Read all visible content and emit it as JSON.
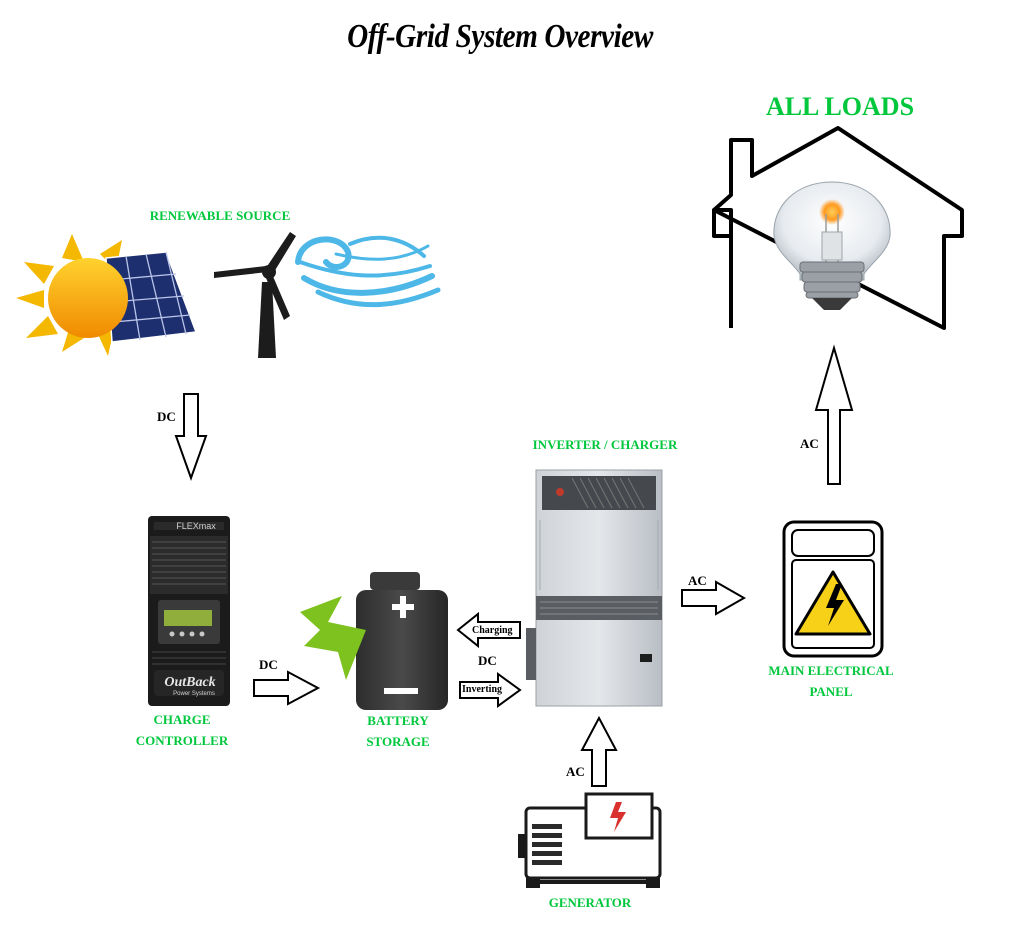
{
  "title": "Off-Grid System Overview",
  "nodes": {
    "renewable": "RENEWABLE SOURCE",
    "charge_controller": [
      "CHARGE",
      "CONTROLLER"
    ],
    "battery": [
      "BATTERY",
      "STORAGE"
    ],
    "inverter": "INVERTER / CHARGER",
    "panel": [
      "MAIN ELECTRICAL",
      "PANEL"
    ],
    "loads": "ALL LOADS",
    "generator": "GENERATOR"
  },
  "device_text": {
    "controller_brand": "FLEXmax",
    "controller_maker": "OutBack",
    "controller_maker_sub": "Power Systems"
  },
  "flows": {
    "renewable_to_controller": "DC",
    "controller_to_battery": "DC",
    "battery_inverter": "DC",
    "charging": "Charging",
    "inverting": "Inverting",
    "inverter_to_panel": "AC",
    "panel_to_loads": "AC",
    "generator_to_inverter": "AC"
  },
  "colors": {
    "label_green": "#00c73c",
    "sun": "#f5a800",
    "wind": "#4db8e8",
    "battery_bolt": "#7dc21e",
    "hazard": "#f7d117",
    "generator_bolt": "#d8312e"
  }
}
